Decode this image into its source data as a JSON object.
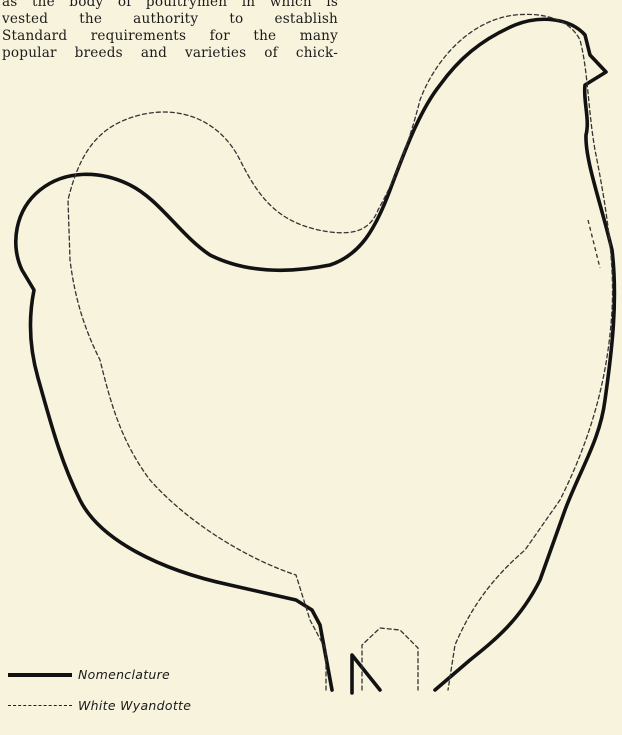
{
  "text": {
    "lines": [
      "as the body of poultrymen in which is",
      "vested the authority to establish",
      "Standard requirements for the many",
      "popular breeds and varieties of chick-"
    ]
  },
  "figure": {
    "legend": [
      {
        "label": "Nomenclature",
        "style": "solid"
      },
      {
        "label": "White Wyandotte",
        "style": "dashed"
      }
    ]
  }
}
